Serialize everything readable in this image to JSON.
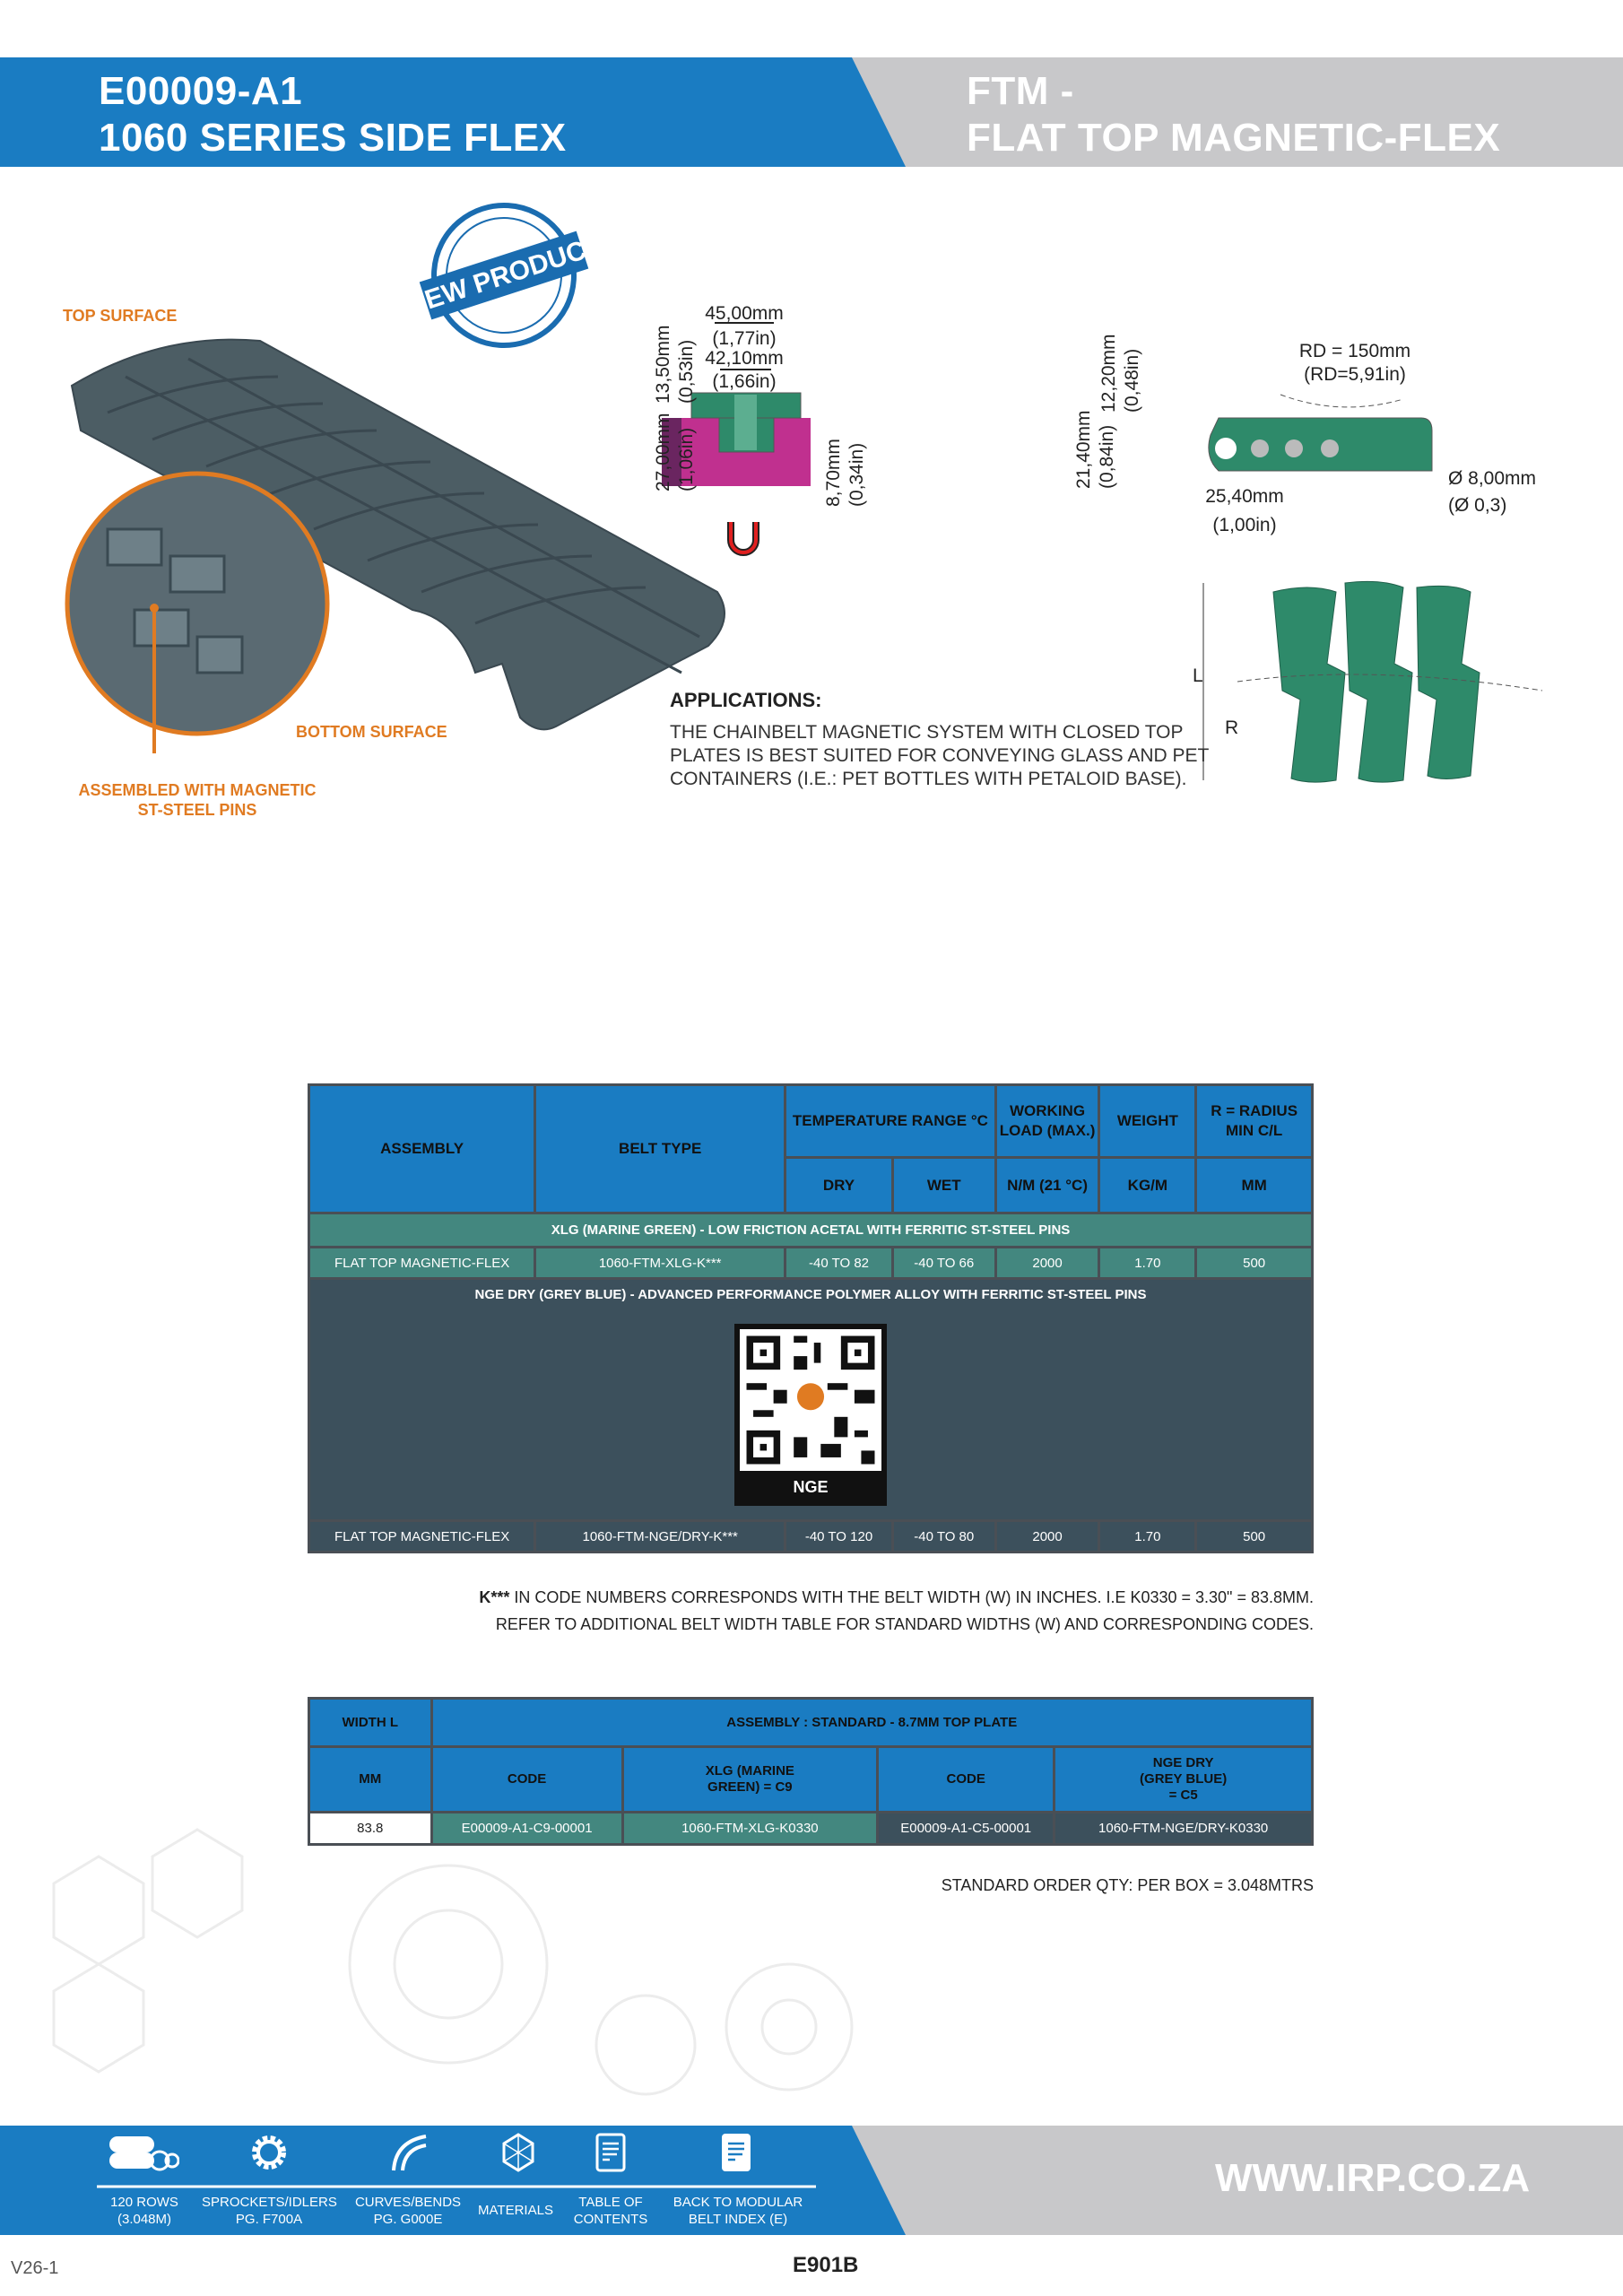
{
  "header": {
    "code": "E00009-A1",
    "series": "1060 SERIES SIDE FLEX",
    "type_code": "FTM -",
    "type_name": "FLAT TOP MAGNETIC-FLEX"
  },
  "labels": {
    "top_surface": "TOP SURFACE",
    "bottom_surface": "BOTTOM SURFACE",
    "assembled_1": "ASSEMBLED WITH MAGNETIC",
    "assembled_2": "ST-STEEL PINS",
    "stamp": "NEW PRODUCT"
  },
  "dimensions": {
    "w45": "45,00mm",
    "w45in": "(1,77in)",
    "w42": "42,10mm",
    "w42in": "(1,66in)",
    "h13": "13,50mm",
    "h13in": "(0,53in)",
    "h27": "27,00mm",
    "h27in": "(1,06in)",
    "h8": "8,70mm",
    "h8in": "(0,34in)",
    "h12": "12,20mm",
    "h12in": "(0,48in)",
    "h21": "21,40mm",
    "h21in": "(0,84in)",
    "rd": "RD = 150mm",
    "rdin": "(RD=5,91in)",
    "pitch": "25,40mm",
    "pitchin": "(1,00in)",
    "dia": "Ø 8,00mm",
    "diain": "(Ø 0,3)",
    "L": "L",
    "R": "R"
  },
  "applications": {
    "title": "APPLICATIONS:",
    "lines": [
      "THE CHAINBELT MAGNETIC SYSTEM WITH CLOSED TOP",
      "PLATES IS BEST SUITED FOR CONVEYING GLASS AND PET",
      "CONTAINERS (I.E.: PET BOTTLES WITH PETALOID BASE)."
    ]
  },
  "spec_table": {
    "headers": {
      "assembly": "ASSEMBLY",
      "belt_type": "BELT TYPE",
      "temp": "TEMPERATURE RANGE °C",
      "load": "WORKING LOAD (MAX.)",
      "weight": "WEIGHT",
      "radius": "R = RADIUS MIN C/L",
      "dry": "DRY",
      "wet": "WET",
      "nm": "N/M (21 °C)",
      "kgm": "KG/M",
      "mm": "MM"
    },
    "xlg_band": "XLG (MARINE GREEN) - LOW FRICTION ACETAL WITH FERRITIC ST-STEEL PINS",
    "xlg_row": [
      "FLAT TOP MAGNETIC-FLEX",
      "1060-FTM-XLG-K***",
      "-40 TO 82",
      "-40 TO 66",
      "2000",
      "1.70",
      "500"
    ],
    "nge_band": "NGE DRY (GREY BLUE) -  ADVANCED PERFORMANCE POLYMER ALLOY WITH FERRITIC ST-STEEL PINS",
    "qr_label": "NGE",
    "nge_row": [
      "FLAT TOP MAGNETIC-FLEX",
      "1060-FTM-NGE/DRY-K***",
      "-40 TO 120",
      "-40 TO 80",
      "2000",
      "1.70",
      "500"
    ]
  },
  "footnote": {
    "bold": "K***",
    "line1": " IN CODE NUMBERS CORRESPONDS WITH THE BELT WIDTH (W) IN INCHES. I.E K0330 = 3.30\" = 83.8MM.",
    "line2": "REFER TO ADDITIONAL BELT WIDTH TABLE FOR STANDARD WIDTHS (W) AND CORRESPONDING CODES."
  },
  "width_table": {
    "width": "WIDTH L",
    "assembly": "ASSEMBLY : STANDARD - 8.7MM TOP PLATE",
    "mm": "MM",
    "code": "CODE",
    "xlg": "XLG (MARINE GREEN) = C9",
    "code2": "CODE",
    "nge": "NGE DRY (GREY BLUE) = C5",
    "row": [
      "83.8",
      "E00009-A1-C9-00001",
      "1060-FTM-XLG-K0330",
      "E00009-A1-C5-00001",
      "1060-FTM-NGE/DRY-K0330"
    ]
  },
  "order_qty": "STANDARD ORDER QTY: PER BOX = 3.048MTRS",
  "footer": {
    "items": [
      {
        "l1": "120 ROWS",
        "l2": "(3.048M)"
      },
      {
        "l1": "SPROCKETS/IDLERS",
        "l2": "PG.  F700A"
      },
      {
        "l1": "CURVES/BENDS",
        "l2": "PG. G000E"
      },
      {
        "l1": "MATERIALS",
        "l2": ""
      },
      {
        "l1": "TABLE OF",
        "l2": "CONTENTS"
      },
      {
        "l1": "BACK TO MODULAR",
        "l2": "BELT INDEX (E)"
      }
    ],
    "url": "WWW.IRP.CO.ZA",
    "version": "V26-1",
    "page": "E901B"
  },
  "colors": {
    "blue": "#1a7cc2",
    "gray": "#c8c8ca",
    "green": "#43877f",
    "dark": "#3c505c",
    "orange": "#e07b22",
    "magenta": "#c0308f",
    "belt_green": "#2e8a6a"
  }
}
